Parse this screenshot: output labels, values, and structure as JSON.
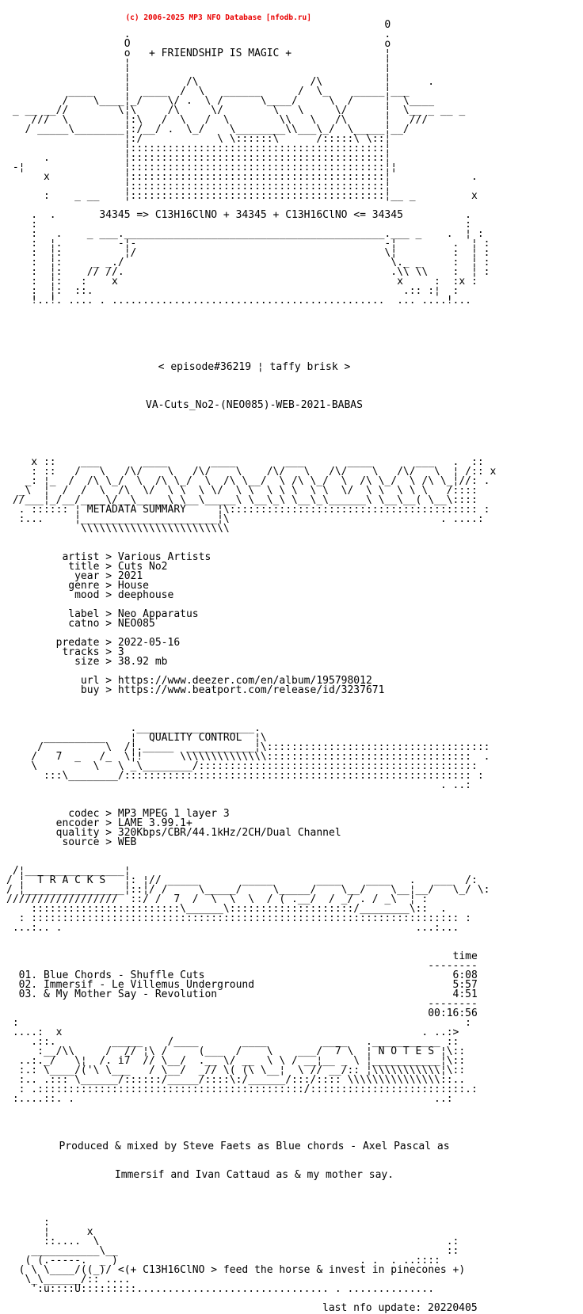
{
  "watermark": {
    "text": "(c) 2006-2025 MP3 NFO Database [nfodb.ru]",
    "color": "#e90000"
  },
  "texts": {
    "friendship_caption": "+ FRIENDSHIP IS MAGIC +",
    "formula_line": "34345 => C13H16ClNO + 34345 + C13H16ClNO <= 34345",
    "episode_line": "< episode#36219 ¦ taffy brisk >",
    "release_name": "VA-Cuts_No2-(NEO085)-WEB-2021-BABAS",
    "slogan": "<(+ C13H16ClNO > feed the horse & invest in pinecones +)",
    "last_update": "last nfo update: 20220405"
  },
  "art_top": {
    "lines": [
      "                                                             0",
      "                   .                                         .",
      "                   O                                         o",
      "                   o   + FRIENDSHIP IS MAGIC +               ¦",
      "                   ¦                                         ¦",
      "                   ¦                                         ¦",
      "                   ¦         /\\                  /\\          ¦      .",
      "          ____     ¦  ____  /  \\   ______      /  \\_    _____¦___",
      "         /    \\____¦_/    \\/ .  \\ /      \\____/     \\  /     ¦  \\____",
      " _ __ __//        \\¦\\     /\\     \\/        \\   \\     \\/      ¦  \\__ _ __ _",
      "    ///  \\         ¦:\\   /  \\   /  \\        \\\\   \\   /\\      ¦   ///",
      "   / _____\\________¦:/__/ .  \\_/    \\________\\\\___\\_/  \\_____¦__/",
      "                   ¦:/            \\ \\::::::\\      /:::::\\ \\::¦",
      "                   ¦:::::::::::::::::::::::::::::::::::::::::¦",
      "      .            ¦:::::::::::::::::::::::::::::::::::::::::¦",
      " -¦                ¦:::::::::::::::::::::::::::::::::::::::::¦¦",
      "      x            ¦:::::::::::::::::::::::::::::::::::::::::¦             .",
      "                   ¦:::::::::::::::::::::::::::::::::::::::::¦",
      "      :    _ __    ¦:::::::::::::::::::::::::::::::::::::::::¦__ _         x"
    ]
  },
  "art_formula": {
    "lines": [
      "",
      "    .  .       34345 => C13H16ClNO + 34345 + C13H16ClNO <= 34345          .",
      "    :                                                                     :",
      "    :   .    _ ___.__________________________________________.___ _    .  ¦ :",
      "    :  ¦.         -¦-                                        -¦         .  ¦ :",
      "    :  ¦:          ¦/                                        \\¦         :  ¦ :",
      "    :  ¦:     _ _./                                           \\._ _     :  ¦ :",
      "    :  ¦:    // //.                                           .\\\\ \\\\    :  ¦ :",
      "    :  ¦:   :    x                                             x     :  :x :",
      "    :  ¦:  ::.                                                  .:: :¦  :",
      "    !..!. .... . ............................................  ... ....!..."
    ]
  },
  "metadata": {
    "banner_label": "METADATA SUMMARY",
    "banner_lines": [
      "",
      "",
      "",
      "    x ::    ___       ____       ____        ___       ____       ___   .  ::",
      "    : ::   /   \\   /\\/    \\   /\\/    \\    /\\/   \\   /\\/    \\   /\\/   \\  ¦ /:: x",
      "   _: ¦_  /  /\\ \\_/  \\  /\\ \\_/  \\  /\\ \\__/  \\ /\\ \\_/  \\  /\\ \\_/  \\ /\\ \\_¦//: .",
      "  _\\  ¦  /  /  \\  /\\  \\/  \\ \\  \\ \\/  \\ \\  \\ \\ \\  \\ \\  \\/  \\ \\  \\ \\ \\   /::::",
      " //___¦_/__/____\\/__\\_____\\ \\__\\_____\\ \\__\\_\\ \\__\\_\\______\\ \\__\\__( \\__\\::::",
      "  . :::::: ¦ METADATA SUMMARY     ¦\\:::::::::::::::::::::::::::::::::::::::: :",
      "  :...     ¦______________________¦\\                                  . ....:",
      "            \\\\\\\\\\\\\\\\\\\\\\\\\\\\\\\\\\\\\\\\\\\\\\\\",
      ""
    ],
    "groups": [
      [
        {
          "key": "artist",
          "value": "Various Artists"
        },
        {
          "key": "title",
          "value": "Cuts No2"
        },
        {
          "key": "year",
          "value": "2021"
        },
        {
          "key": "genre",
          "value": "House"
        },
        {
          "key": "mood",
          "value": "deephouse"
        }
      ],
      [
        {
          "key": "label",
          "value": "Neo Apparatus"
        },
        {
          "key": "catno",
          "value": "NEO085"
        }
      ],
      [
        {
          "key": "predate",
          "value": "2022-05-16"
        },
        {
          "key": "tracks",
          "value": "3"
        },
        {
          "key": "size",
          "value": "38.92 mb"
        }
      ],
      [
        {
          "key": "url",
          "value": "https://www.deezer.com/en/album/195798012"
        },
        {
          "key": "buy",
          "value": "https://www.beatport.com/release/id/3237671"
        }
      ]
    ]
  },
  "quality": {
    "banner_label": "QUALITY CONTROL",
    "banner_lines": [
      "                    .___________________.",
      "      __________    ¦  QUALITY CONTROL  ¦\\",
      "     /          \\  /¦._____  ___________¦\\::::::::::::::::::::::::::::::::::::",
      "    /   7  _   /_  \\¦!      \\\\\\\\\\\\\\\\\\\\\\\\\\\\:::::::::::::::::::::::::::::::::  .",
      "    \\         \\   \\ _\\________/:::::::::::::::::::::::::::::::::::::::::::::",
      "      :::\\________/:::::::::::::::::::::::::::::::::::::::::::::::::::::::: :",
      "                                                                      . ..:"
    ],
    "groups": [
      [
        {
          "key": "codec",
          "value": "MP3 MPEG 1 layer 3"
        },
        {
          "key": "encoder",
          "value": "LAME 3.99.1+"
        },
        {
          "key": "quality",
          "value": "320Kbps/CBR/44.1kHz/2CH/Dual Channel"
        },
        {
          "key": "source",
          "value": "WEB"
        }
      ]
    ]
  },
  "tracks": {
    "banner_label": "T R A C K S",
    "banner_lines": [
      " /¦________________¦",
      "/ ¦  T R A C K S   ¦: ¦// _____       _____       ____    ____   .   ___  /:",
      "/ ¦________________¦::¦/ /     \\_____/     \\_____/    \\__/    \\__¦__/   \\_/ \\:",
      "//////////////////  ::/ /  7  /  \\  \\  \\  / ( .__/  / _/ . / _\\  ¦ :",
      "    ::::::::::::::::::::::::\\______\\::::::::::::::::::::/________\\::  .",
      "  : ::::::::::::::::::::::::::::::::::::::::::::::::::::::::::::::::::::: :",
      " ...:.. .                                                         ...:..."
    ],
    "time_header": "time",
    "separator": "--------",
    "items": [
      {
        "num": "01",
        "artist": "Blue Chords",
        "title": "Shuffle Cuts",
        "time": "6:08"
      },
      {
        "num": "02",
        "artist": "Immersif",
        "title": "Le Villemus Underground",
        "time": "5:57"
      },
      {
        "num": "03",
        "artist": "& My Mother Say",
        "title": "Revolution",
        "time": "4:51"
      }
    ],
    "total_time": "00:16:56"
  },
  "notes": {
    "banner_label": "N O T E S",
    "banner_lines": [
      " :                                                                        :",
      " ....:  x                                                          . ..:>",
      "    .::.         _____    /____       ____         ____   .___________ ::",
      "     :__/\\\\     /  // ¦\\ /     (___  /    \\    ___/  7 \\  ¦ N O T E S ¦\\::",
      "  ..:._/   \\¦  /. i7  // \\__/  .__ \\/ __  \\ \\ / __¦__ _ \\ ¦___________¦\\::",
      "  :.: \\____/('\\ \\___   / \\__/  _// \\( (\\ \\__¦  \\ // __/:: ¦\\\\\\\\\\\\\\\\\\\\\\¦\\::",
      "  :.. .::: \\______/::::::/_____/::::\\:/______/:::/:::: \\\\\\\\\\\\\\\\\\\\\\\\\\\\\\::..",
      "  : .:::::::::::::::::::::::::::::::::::::::::::/:::::::::::::::::::::::::.:",
      " :....::. .                                                          ..:"
    ],
    "text_lines": [
      "Produced & mixed by Steve Faets as Blue chords - Axel Pascal as",
      "Immersif and Ivan Cattaud as & my mother say."
    ]
  },
  "footer": {
    "lines": [
      "      :",
      "      ¦      x",
      "      ::....  \\                                                        .:",
      "    ___________\\__                                                     ::",
      "   ( (.-----.  _ )                                       . .  . ..::::",
      "  ( \\ \\____/((_)/ <(+ C13H16ClNO > feed the horse & invest in pinecones +)",
      "   \\_\\______/:: ....",
      "    ':u::::U:::::::::............................... . .............."
    ]
  }
}
